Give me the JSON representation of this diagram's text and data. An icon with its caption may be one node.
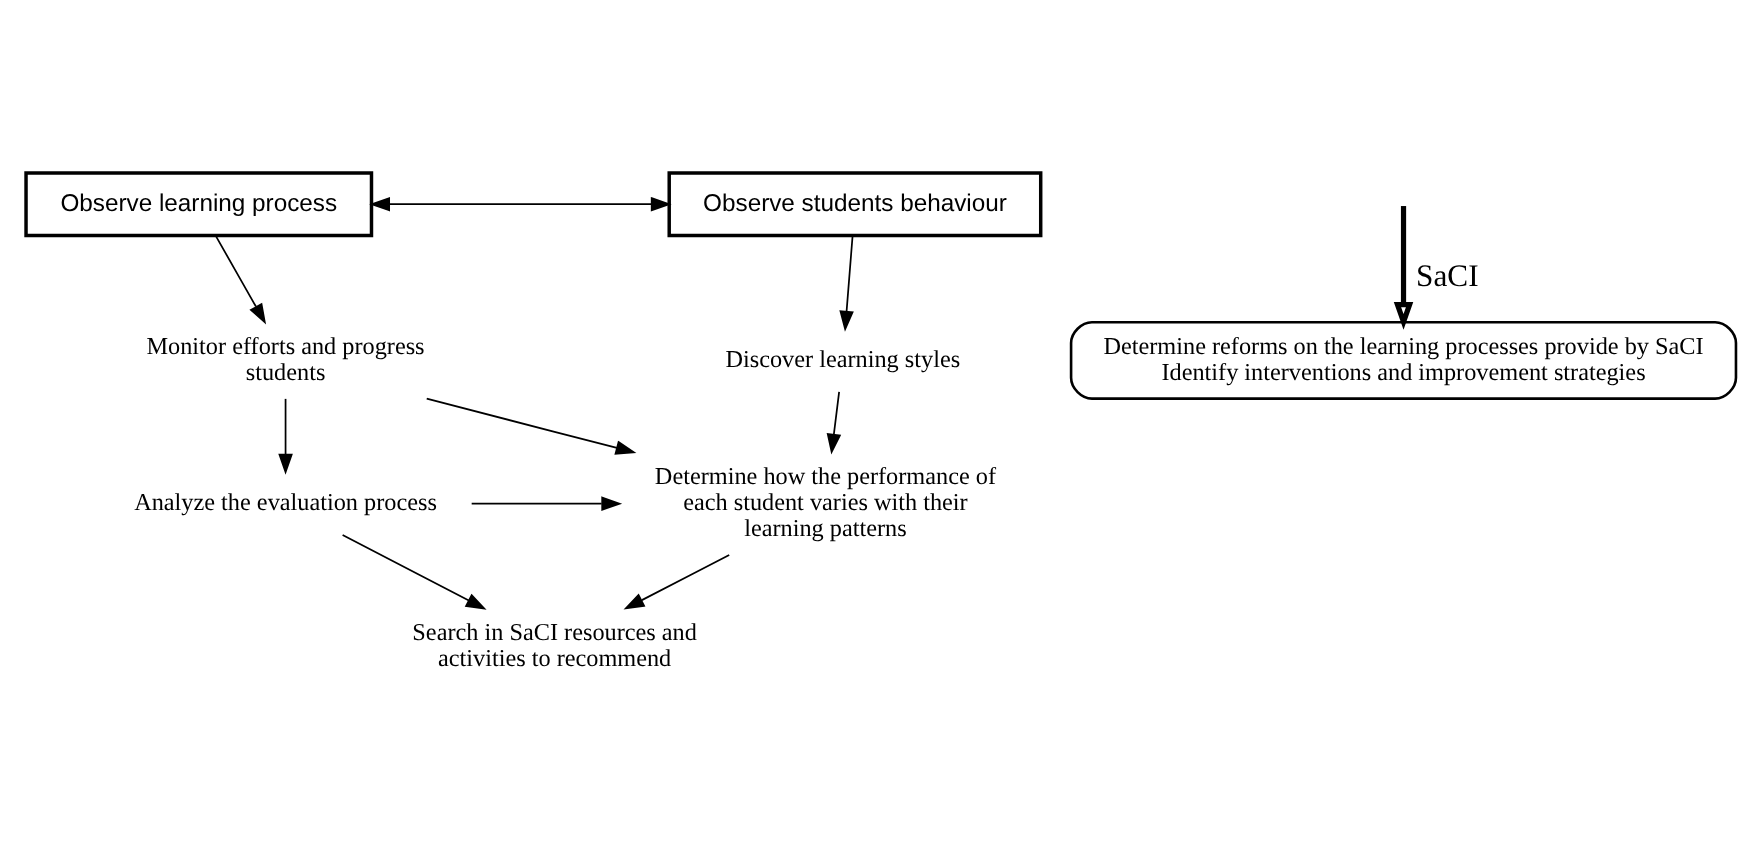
{
  "diagram": {
    "nodes": [
      {
        "text": [
          "Observe learning process"
        ]
      },
      {
        "text": [
          "Observe students behaviour"
        ]
      },
      {
        "text": [
          "Monitor efforts and progress students"
        ]
      },
      {
        "text": [
          "Analyze the evaluation process"
        ]
      },
      {
        "text": [
          "Search in SaCI resources and activities to recommend"
        ]
      },
      {
        "text": [
          "Discover learning styles"
        ]
      },
      {
        "text": [
          "Determine how the performance of each student varies with their learning patterns"
        ]
      },
      {
        "text": [
          "Determine reforms on the learning processes provide by SaCI",
          "Identify interventions and improvement strategies"
        ]
      }
    ],
    "edges": [
      {
        "from": 0,
        "to": 1,
        "arrow": "both"
      },
      {
        "from": 0,
        "to": 2,
        "arrow": "to"
      },
      {
        "from": 2,
        "to": 3,
        "arrow": "to"
      },
      {
        "from": 3,
        "to": 4,
        "arrow": "to"
      },
      {
        "from": 1,
        "to": 5,
        "arrow": "to"
      },
      {
        "from": 5,
        "to": 6,
        "arrow": "to"
      },
      {
        "from": 2,
        "to": 6,
        "arrow": "to"
      },
      {
        "from": 3,
        "to": 6,
        "arrow": "to"
      },
      {
        "from": 6,
        "to": 4,
        "arrow": "to"
      },
      {
        "from": null,
        "to": 7,
        "arrow": "to",
        "label": "SaCI",
        "style": "thick"
      }
    ]
  }
}
